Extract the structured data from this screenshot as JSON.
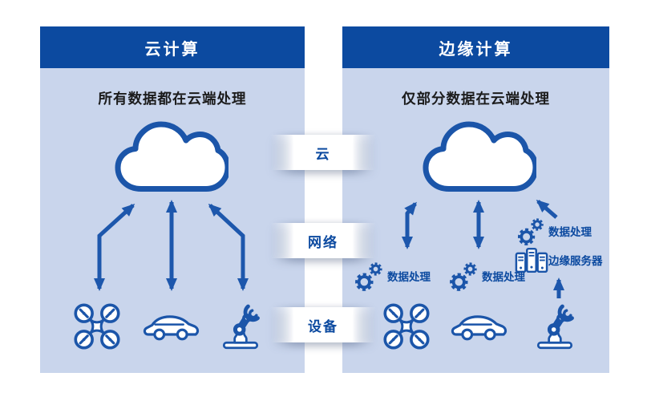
{
  "colors": {
    "header_bg": "#0c4aa0",
    "panel_bg": "#c9d5ec",
    "icon_blue": "#1b55a9",
    "arrow_blue": "#1d57ac",
    "label_blue": "#0c4aa0",
    "subtitle_text": "#1b1b1b",
    "header_text": "#ffffff"
  },
  "left_panel": {
    "header": "云计算",
    "subtitle": "所有数据都在云端处理",
    "device_icons": [
      "drone-icon",
      "car-icon",
      "robot-arm-icon"
    ]
  },
  "right_panel": {
    "header": "边缘计算",
    "subtitle": "仅部分数据在云端处理",
    "processing_label_cloud": "数据处理",
    "processing_label_drone": "数据处理",
    "processing_label_car": "数据处理",
    "edge_server_label": "边缘服务器",
    "device_icons": [
      "drone-icon",
      "car-icon",
      "robot-arm-icon"
    ]
  },
  "middle_ribbons": [
    {
      "label": "云"
    },
    {
      "label": "网络"
    },
    {
      "label": "设备"
    }
  ]
}
